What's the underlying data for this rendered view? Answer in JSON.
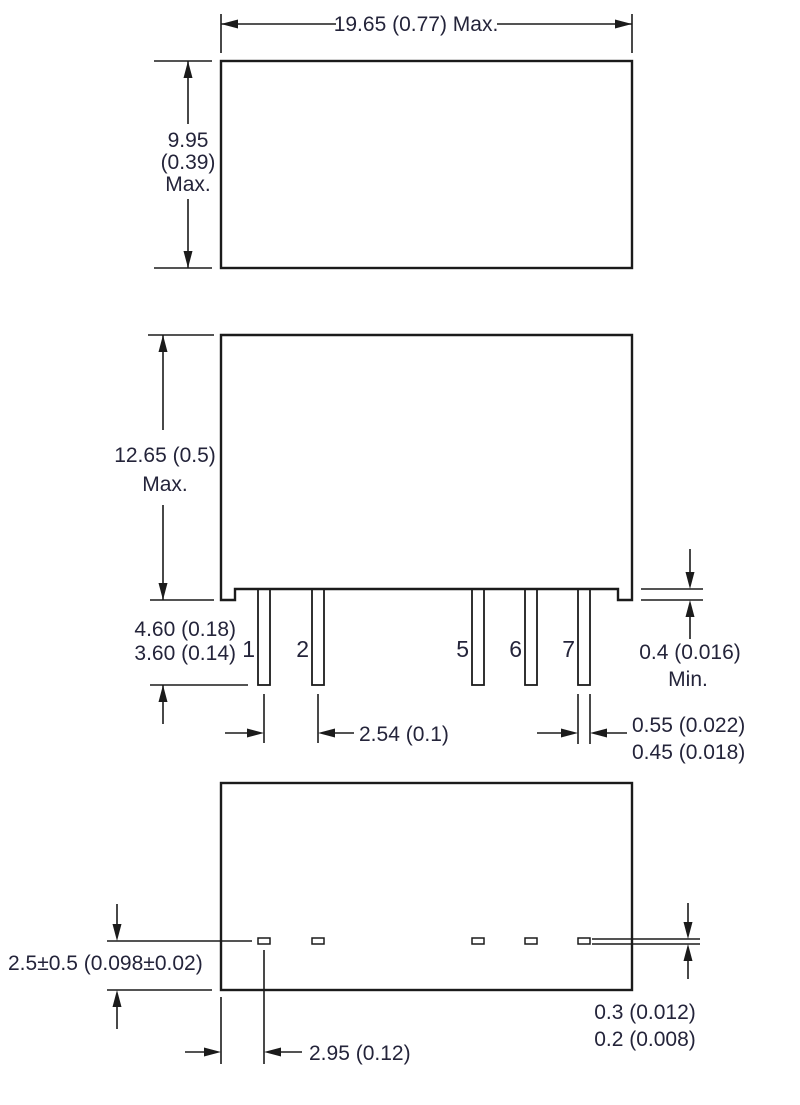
{
  "views": {
    "top": {
      "width_dim": "19.65 (0.77) Max.",
      "height_dim_line1": "9.95",
      "height_dim_line2": "(0.39)",
      "height_dim_line3": "Max."
    },
    "front": {
      "height_dim_line1": "12.65 (0.5)",
      "height_dim_line2": "Max.",
      "lead_length_dim_line1": "4.60 (0.18)",
      "lead_length_dim_line2": "3.60 (0.14)",
      "pin_labels": [
        "1",
        "2",
        "5",
        "6",
        "7"
      ],
      "pitch_dim": "2.54 (0.1)",
      "standoff_dim_line1": "0.4 (0.016)",
      "standoff_dim_line2": "Min.",
      "lead_width_dim_line1": "0.55 (0.022)",
      "lead_width_dim_line2": "0.45 (0.018)"
    },
    "bottom": {
      "lead_offset_dim": "2.5±0.5 (0.098±0.02)",
      "lead_edge_distance_dim": "2.95 (0.12)",
      "lead_thickness_dim_line1": "0.3 (0.012)",
      "lead_thickness_dim_line2": "0.2 (0.008)"
    }
  },
  "colors": {
    "line": "#1b1b1b",
    "text": "#24243a",
    "background": "#ffffff"
  }
}
